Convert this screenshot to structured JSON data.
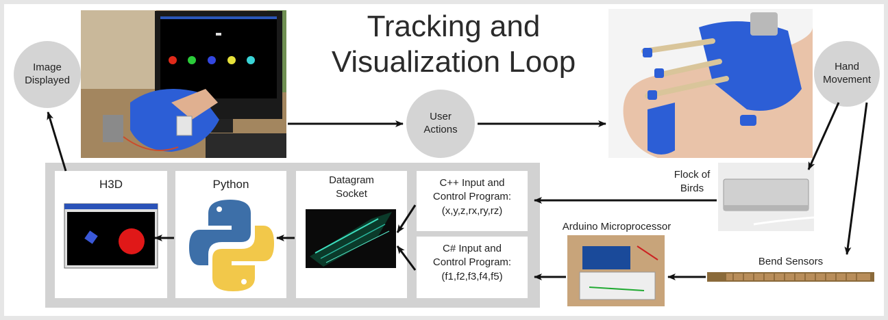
{
  "title": {
    "line1": "Tracking and",
    "line2": "Visualization Loop"
  },
  "nodes": {
    "image_displayed": {
      "line1": "Image",
      "line2": "Displayed"
    },
    "user_actions": {
      "line1": "User",
      "line2": "Actions"
    },
    "hand_movement": {
      "line1": "Hand",
      "line2": "Movement"
    }
  },
  "labels": {
    "flock": {
      "line1": "Flock of",
      "line2": "Birds"
    },
    "arduino": "Arduino Microprocessor",
    "bend": "Bend Sensors"
  },
  "panels": {
    "h3d": "H3D",
    "python": "Python",
    "datagram": {
      "line1": "Datagram",
      "line2": "Socket"
    },
    "cpp": {
      "line1": "C++ Input and",
      "line2": "Control Program:",
      "line3": "(x,y,z,rx,ry,rz)"
    },
    "cs": {
      "line1": "C# Input and",
      "line2": "Control Program:",
      "line3": "(f1,f2,f3,f4,f5)"
    }
  },
  "colors": {
    "node": "#d4d4d4",
    "panel_bg": "#d2d2d2",
    "glove_blue": "#2c5ed6",
    "arrow": "#111111"
  }
}
